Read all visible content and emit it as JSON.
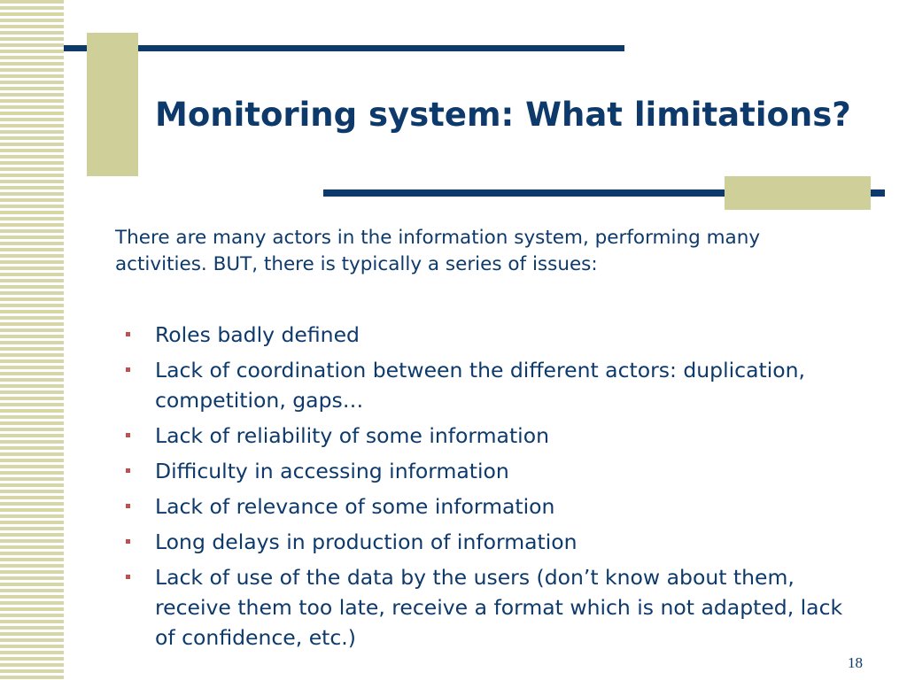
{
  "slide": {
    "title": "Monitoring system: What limitations?",
    "intro": "There are many actors in the information system, performing many activities. BUT, there is typically a series of issues:",
    "issues": [
      "Roles badly defined",
      "Lack of coordination between the different actors: duplication, competition, gaps…",
      "Lack of reliability of some information",
      "Difficulty in accessing information",
      "Lack of relevance of some information",
      "Long delays in production of information",
      "Lack of use of the data by the users (don’t know about them, receive them too late, receive a format which is not adapted, lack of confidence, etc.)"
    ],
    "page_number": "18"
  },
  "colors": {
    "title_text": "#0e3a6b",
    "accent_block": "#cfcf99",
    "stripe": "#d6d6a8",
    "bullet": "#c0504d"
  },
  "icons": {
    "bullet": "square-bullet-icon"
  }
}
